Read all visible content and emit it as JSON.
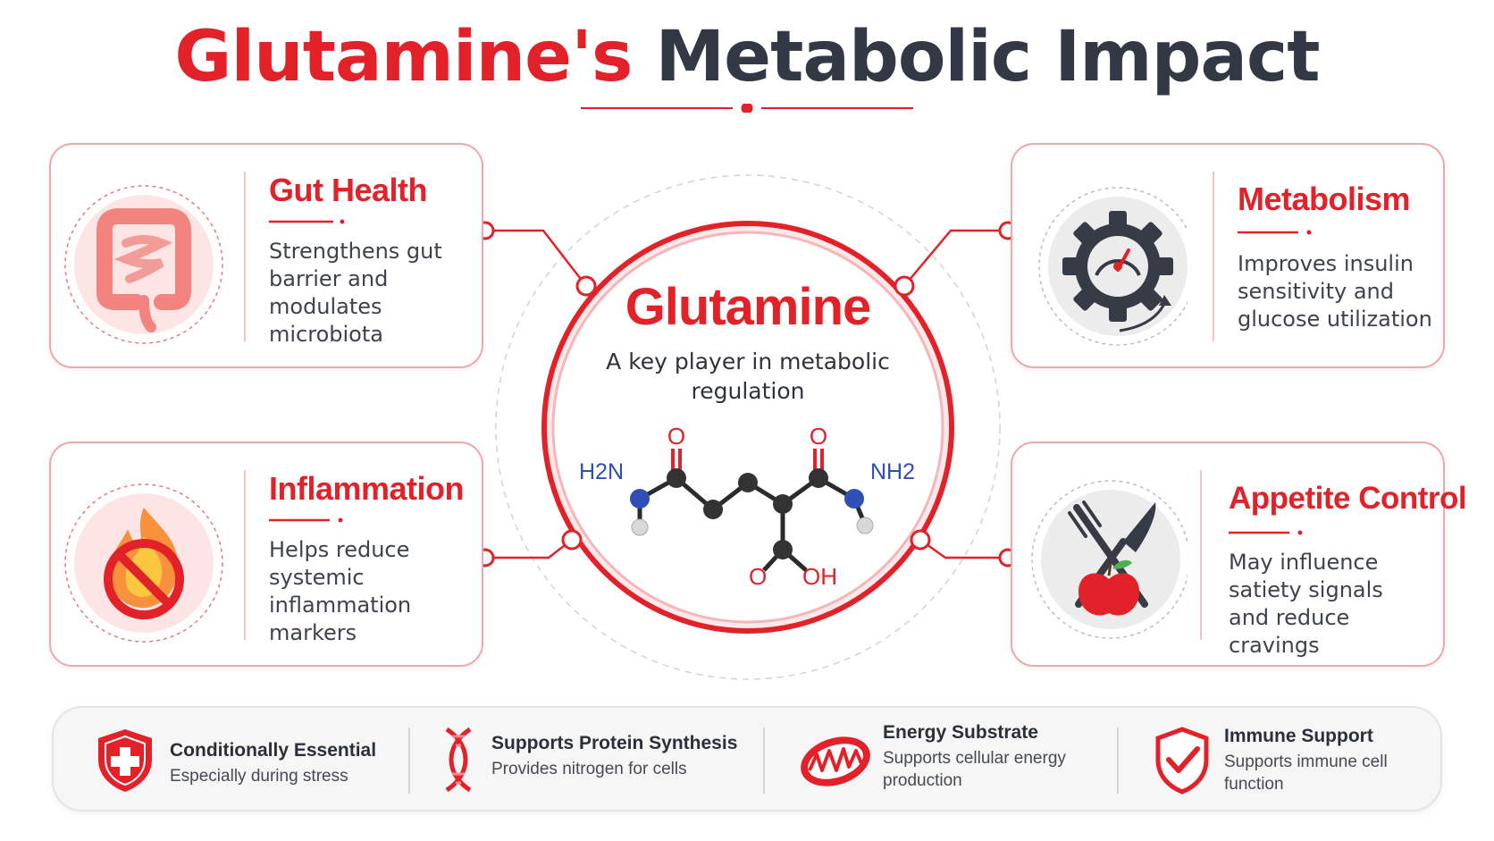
{
  "title": {
    "part1": "Glutamine's",
    "part2": "Metabolic Impact"
  },
  "colors": {
    "accent": "#e32128",
    "dark": "#323844",
    "soft": "#fde5e6",
    "border": "#f1a6aa"
  },
  "center": {
    "title": "Glutamine",
    "subtitle": "A key player in metabolic regulation",
    "molecule": {
      "left_group": "H2N",
      "right_group": "NH2",
      "oxygen_left": "O",
      "oxygen_right": "O",
      "acid_o": "O",
      "acid_oh": "OH"
    }
  },
  "cards": [
    {
      "title": "Gut Health",
      "description": "Strengthens gut barrier and modulates microbiota",
      "icon": "intestine-icon"
    },
    {
      "title": "Metabolism",
      "description": "Improves insulin sensitivity and glucose utilization",
      "icon": "gear-gauge-icon"
    },
    {
      "title": "Inflammation",
      "description": "Helps reduce systemic inflammation markers",
      "icon": "no-fire-icon"
    },
    {
      "title": "Appetite Control",
      "description": "May influence satiety signals and reduce cravings",
      "icon": "fork-knife-apple-icon"
    }
  ],
  "features": [
    {
      "title": "Conditionally Essential",
      "description": "Especially during stress",
      "icon": "shield-cross-icon"
    },
    {
      "title": "Supports Protein Synthesis",
      "description": "Provides nitrogen for cells",
      "icon": "dna-icon"
    },
    {
      "title": "Energy Substrate",
      "description": "Supports cellular energy production",
      "icon": "mitochondria-icon"
    },
    {
      "title": "Immune Support",
      "description": "Supports immune cell function",
      "icon": "shield-check-icon"
    }
  ]
}
